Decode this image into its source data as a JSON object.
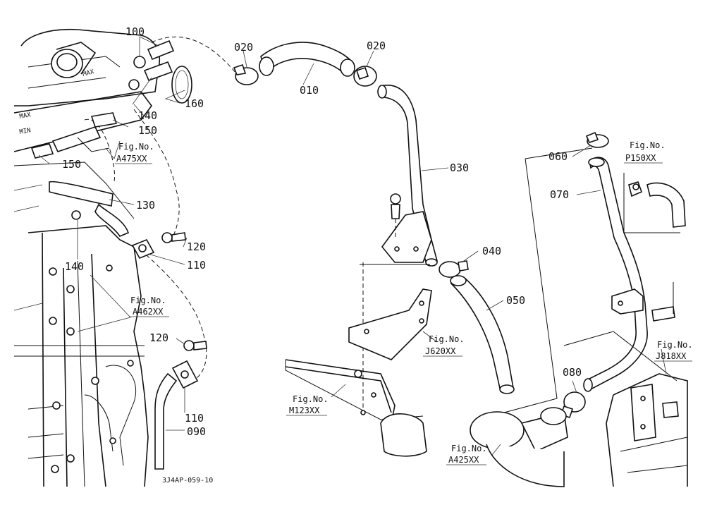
{
  "parts": {
    "p010": "010",
    "p020a": "020",
    "p020b": "020",
    "p030": "030",
    "p040": "040",
    "p050": "050",
    "p060": "060",
    "p070": "070",
    "p080": "080",
    "p090": "090",
    "p100": "100",
    "p110a": "110",
    "p110b": "110",
    "p120a": "120",
    "p120b": "120",
    "p130": "130",
    "p140a": "140",
    "p140b": "140",
    "p150a": "150",
    "p150b": "150",
    "p160": "160"
  },
  "fig_refs": {
    "a475": {
      "label": "Fig.No.",
      "code": "A475XX"
    },
    "a462": {
      "label": "Fig.No.",
      "code": "A462XX"
    },
    "p150": {
      "label": "Fig.No.",
      "code": "P150XX"
    },
    "j620": {
      "label": "Fig.No.",
      "code": "J620XX"
    },
    "m123": {
      "label": "Fig.No.",
      "code": "M123XX"
    },
    "j818": {
      "label": "Fig.No.",
      "code": "J818XX"
    },
    "a425": {
      "label": "Fig.No.",
      "code": "A425XX"
    }
  },
  "drawing_id": "3J4AP-059-10",
  "embossed": {
    "max1": "MAX",
    "max2": "MAX",
    "min": "MIN"
  }
}
